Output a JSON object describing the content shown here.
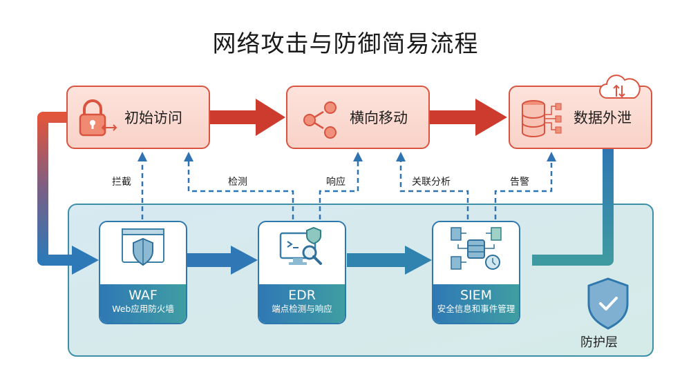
{
  "title": "网络攻击与防御简易流程",
  "attack_stages": [
    {
      "label": "初始访问",
      "icon": "lock-icon"
    },
    {
      "label": "横向移动",
      "icon": "share-nodes-icon"
    },
    {
      "label": "数据外泄",
      "icon": "database-exfil-icon"
    }
  ],
  "defense_tools": [
    {
      "name": "WAF",
      "description": "Web应用防火墙",
      "icon": "browser-shield-icon"
    },
    {
      "name": "EDR",
      "description": "端点检测与响应",
      "icon": "monitor-search-icon"
    },
    {
      "name": "SIEM",
      "description": "安全信息和事件管理",
      "icon": "server-logs-icon"
    }
  ],
  "edge_labels": [
    "拦截",
    "检测",
    "响应",
    "关联分析",
    "告警"
  ],
  "layer_label": "防护层",
  "colors": {
    "attack": "#d9533f",
    "attack_fill": "#fbdcd3",
    "defense": "#2f78ad",
    "defense_accent": "#3f9ea2",
    "layer_fill": "#d6eaef"
  }
}
